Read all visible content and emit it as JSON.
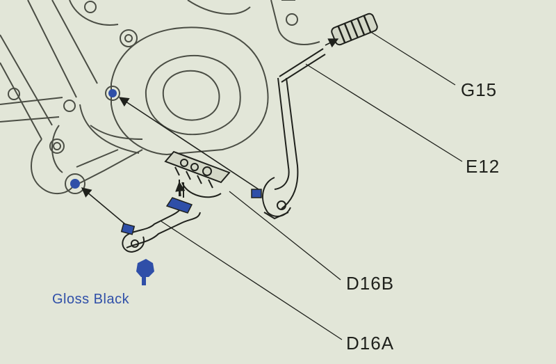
{
  "parts": {
    "g15": "G15",
    "e12": "E12",
    "d16b": "D16B",
    "d16a": "D16A"
  },
  "paint": {
    "label": "Gloss Black",
    "color": "#2f4fa8",
    "icon": "paint-color-icon"
  },
  "colors": {
    "paper": "#e2e6d8",
    "ink": "#1f211c",
    "highlight": "#2f4fa8"
  }
}
